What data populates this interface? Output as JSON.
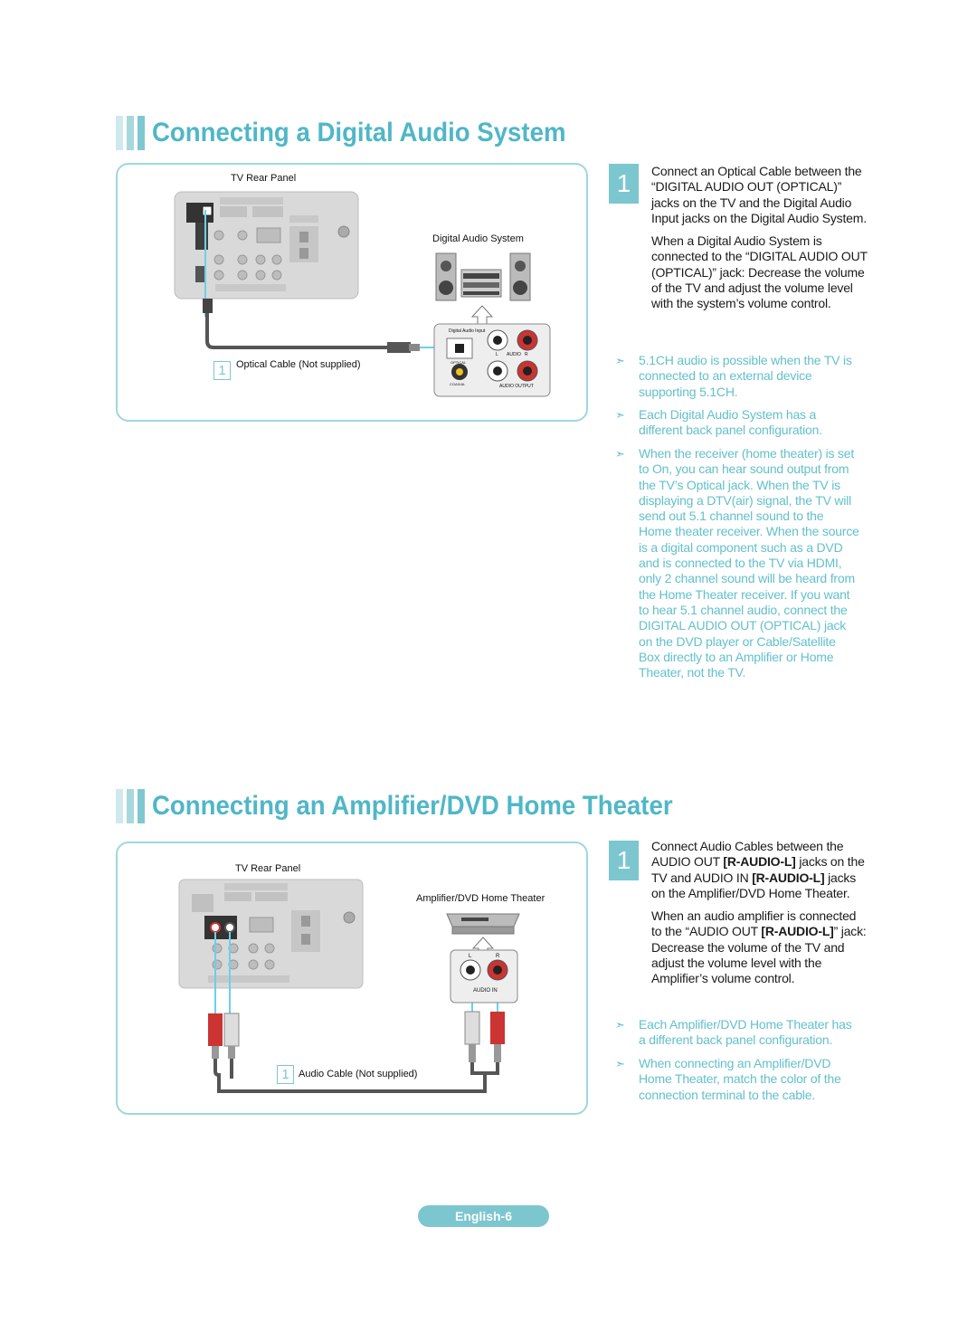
{
  "section1": {
    "title": "Connecting a Digital Audio System",
    "diagram": {
      "tv_rear_panel": "TV Rear Panel",
      "device_label": "Digital Audio System",
      "cable_step": "1",
      "cable_label": "Optical Cable (Not supplied)",
      "jack_title": "Digital Audio Input",
      "jack_optical": "OPTICAL",
      "jack_coaxial": "COAXIAL",
      "jack_l": "L",
      "jack_audio": "AUDIO",
      "jack_r": "R",
      "jack_output": "AUDIO OUTPUT"
    },
    "step_number": "1",
    "instruction_1": "Connect an Optical Cable between the “DIGITAL AUDIO OUT (OPTICAL)” jacks on the TV and the Digital Audio Input jacks on the Digital Audio System.",
    "instruction_2": "When a Digital Audio System is connected to the “DIGITAL AUDIO OUT (OPTICAL)” jack: Decrease the volume of the TV and adjust the volume level with the system’s volume control.",
    "notes": [
      "5.1CH audio is possible when the TV is connected to an external device supporting 5.1CH.",
      "Each Digital Audio System has a different back panel configuration.",
      "When the receiver (home theater) is set to On, you can hear sound output from the TV’s Optical jack. When the TV is displaying a DTV(air) signal, the TV will send out 5.1 channel sound to the Home theater receiver. When the source is a digital component such as a DVD and is connected to the TV via HDMI, only 2 channel sound will be heard from the Home Theater receiver. If you want to hear 5.1 channel audio, connect the DIGITAL AUDIO OUT (OPTICAL) jack on the DVD player or Cable/Satellite Box directly to an Amplifier or Home Theater, not the TV."
    ]
  },
  "section2": {
    "title": "Connecting an Amplifier/DVD Home Theater",
    "diagram": {
      "tv_rear_panel": "TV Rear Panel",
      "device_label": "Amplifier/DVD Home Theater",
      "cable_step": "1",
      "cable_label": "Audio Cable (Not supplied)",
      "jack_l": "L",
      "jack_r": "R",
      "jack_audio_in": "AUDIO IN"
    },
    "step_number": "1",
    "instruction_1_pre": "Connect Audio Cables between the AUDIO OUT ",
    "instruction_1_b1": "[R-AUDIO-L]",
    "instruction_1_mid": " jacks on the TV and AUDIO IN ",
    "instruction_1_b2": "[R-AUDIO-L]",
    "instruction_1_post": " jacks on the Amplifier/DVD Home Theater.",
    "instruction_2_pre": "When an audio amplifier is connected to the “AUDIO OUT ",
    "instruction_2_b": "[R-AUDIO-L]",
    "instruction_2_post": "” jack: Decrease the volume of the TV and adjust the volume level with the Amplifier’s volume control.",
    "notes": [
      "Each Amplifier/DVD Home Theater has a different back panel configuration.",
      "When connecting an Amplifier/DVD Home Theater, match the color of the connection terminal to the cable."
    ]
  },
  "note_marker": "➣",
  "footer": {
    "page_label": "English-6"
  },
  "colors": {
    "accent": "#4fb7c7",
    "note_text": "#63c0cb",
    "panel_border": "#9fd7df"
  }
}
